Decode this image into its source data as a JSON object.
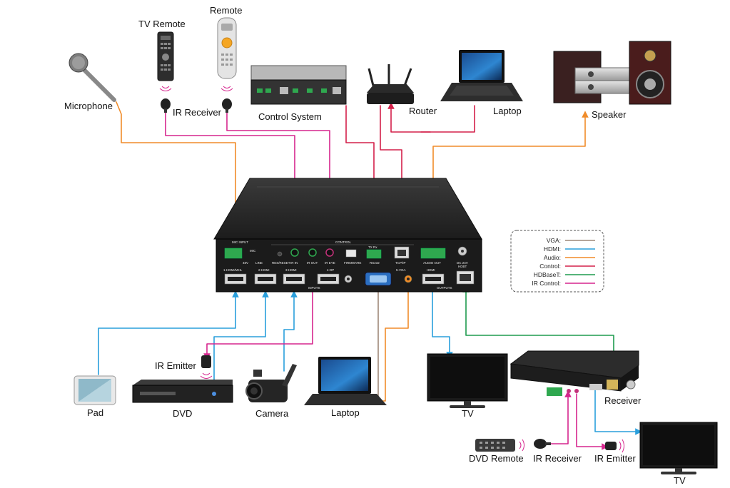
{
  "colors": {
    "vga": "#9e8878",
    "hdmi": "#2a9fdc",
    "audio": "#f08c2a",
    "control": "#d4204a",
    "hdbaset": "#1e9b4e",
    "ir_control": "#d6268e"
  },
  "devices": {
    "tv_remote": "TV Remote",
    "remote": "Remote",
    "microphone": "Microphone",
    "ir_receiver_top": "IR Receiver",
    "control_system": "Control System",
    "router": "Router",
    "laptop_top": "Laptop",
    "speaker": "Speaker",
    "pad": "Pad",
    "dvd": "DVD",
    "ir_emitter_dvd": "IR Emitter",
    "camera": "Camera",
    "laptop_bottom": "Laptop",
    "tv_main": "TV",
    "receiver": "Receiver",
    "dvd_remote": "DVD Remote",
    "ir_receiver_bottom": "IR Receiver",
    "ir_emitter_bottom": "IR Emitter",
    "tv_receiver": "TV"
  },
  "panel": {
    "mic_input": "MIC INPUT",
    "control": "CONTROL",
    "inputs": "INPUTS",
    "outputs": "OUTPUTS",
    "mic": "MIC",
    "phantom": "48V",
    "line": "LINE",
    "res_reset": "RES/RESET",
    "ir_in": "IR IN",
    "ir_out": "IR OUT",
    "ir_eye": "IR EYE",
    "firmware": "FIRMWARE",
    "rs232": "RS232",
    "tx_rx": "TX  Rx",
    "tcp_ip": "TCP/IP",
    "audio_out": "AUDIO OUT",
    "dc_24v": "DC 24V",
    "hdmi1": "1-HDMI/MHL",
    "hdmi2": "2-HDMI",
    "hdmi3": "3-HDMI",
    "dp": "4-DP",
    "vga": "5-VGA",
    "hdmi_out": "HDMI",
    "hdbt": "HDBT"
  },
  "legend": [
    {
      "label": "VGA:",
      "color_key": "vga"
    },
    {
      "label": "HDMI:",
      "color_key": "hdmi"
    },
    {
      "label": "Audio:",
      "color_key": "audio"
    },
    {
      "label": "Control:",
      "color_key": "control"
    },
    {
      "label": "HDBaseT:",
      "color_key": "hdbaset"
    },
    {
      "label": "IR Control:",
      "color_key": "ir_control"
    }
  ]
}
